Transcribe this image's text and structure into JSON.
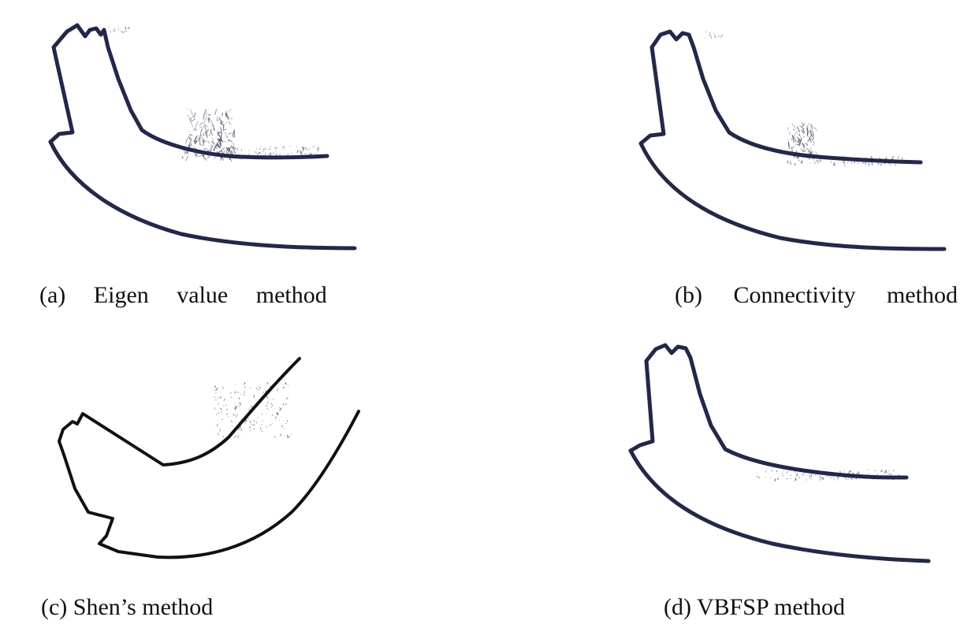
{
  "figure": {
    "panels": [
      {
        "id": "a",
        "caption_label": "(a)",
        "caption_words": [
          "Eigen",
          "value",
          "method"
        ]
      },
      {
        "id": "b",
        "caption_label": "(b)",
        "caption_words": [
          "Connectivity",
          "method"
        ]
      },
      {
        "id": "c",
        "caption": "(c) Shen’s method"
      },
      {
        "id": "d",
        "caption": "(d) VBFSP method"
      }
    ],
    "colors": {
      "curve_navy": "#23284a",
      "curve_black": "#111111",
      "noise": "#2b2f4f"
    }
  }
}
